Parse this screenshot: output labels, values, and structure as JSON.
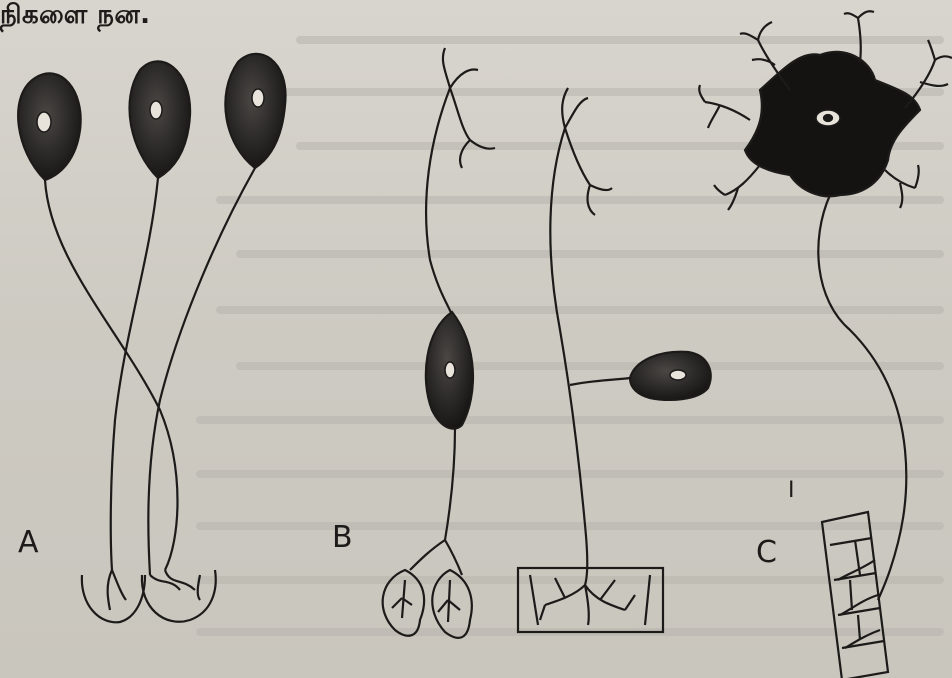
{
  "header": {
    "text": "நிகளை நன."
  },
  "panels": [
    {
      "id": "A",
      "label": "A"
    },
    {
      "id": "B",
      "label": "B"
    },
    {
      "id": "C",
      "label": "C",
      "small_mark": "I"
    }
  ],
  "colors": {
    "ink": "#1c1b19",
    "cell_fill": "#1a1918",
    "paper": "#d3d0c9"
  }
}
